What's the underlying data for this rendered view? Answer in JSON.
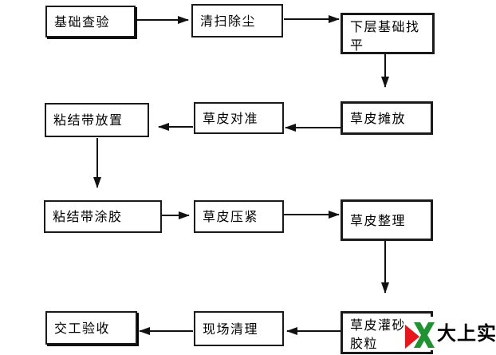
{
  "diagram": {
    "background_color": "#ffffff",
    "line_color": "#111111",
    "box_border_color": "#1a1a1a",
    "text_color": "#000000",
    "boxes": [
      {
        "label": "基础查验"
      },
      {
        "label": "清扫除尘"
      },
      {
        "label": "下层基础找\n平"
      },
      {
        "label": "草皮摊放"
      },
      {
        "label": "草皮对准"
      },
      {
        "label": "粘结带放置"
      },
      {
        "label": "粘结带涂胶"
      },
      {
        "label": "草皮压紧"
      },
      {
        "label": "草皮整理"
      },
      {
        "label": "交工验收"
      },
      {
        "label": "现场清理"
      },
      {
        "label": "草皮灌砂及\n胶粒"
      }
    ],
    "edges": [
      {
        "from": "基础查验",
        "to": "清扫除尘"
      },
      {
        "from": "清扫除尘",
        "to": "下层基础找平"
      },
      {
        "from": "下层基础找平",
        "to": "草皮摊放"
      },
      {
        "from": "草皮摊放",
        "to": "草皮对准"
      },
      {
        "from": "草皮对准",
        "to": "粘结带放置"
      },
      {
        "from": "粘结带放置",
        "to": "粘结带涂胶"
      },
      {
        "from": "粘结带涂胶",
        "to": "草皮压紧"
      },
      {
        "from": "草皮压紧",
        "to": "草皮整理"
      },
      {
        "from": "草皮整理",
        "to": "草皮灌砂及胶粒"
      },
      {
        "from": "草皮灌砂及胶粒",
        "to": "现场清理"
      },
      {
        "from": "现场清理",
        "to": "交工验收"
      }
    ]
  },
  "watermark": {
    "text": "大上实业",
    "icon": "chevron-logo-icon",
    "icon_green": "#1f9232",
    "icon_red": "#e8151a",
    "text_color": "#000000"
  }
}
